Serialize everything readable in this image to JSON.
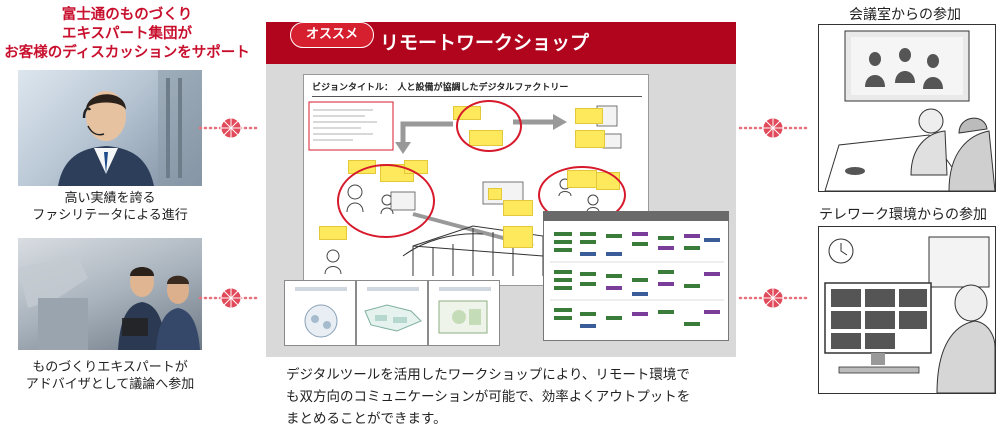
{
  "left": {
    "headline": [
      "富士通のものづくり",
      "エキスパート集団が",
      "お客様のディスカッションをサポート"
    ],
    "caption1": [
      "高い実績を誇る",
      "ファシリテータによる進行"
    ],
    "caption2": [
      "ものづくりエキスパートが",
      "アドバイザとして議論へ参加"
    ]
  },
  "center": {
    "badge": "オススメ",
    "title": "リモートワークショップ",
    "board_title": "ビジョンタイトル：　人と設備が協調したデジタルファクトリー",
    "description": [
      "デジタルツールを活用したワークショップにより、リモート環境で",
      "も双方向のコミュニケーションが可能で、効率よくアウトプットを",
      "まとめることができます。"
    ]
  },
  "right": {
    "title1": "会議室からの参加",
    "title2": "テレワーク環境からの参加"
  },
  "colors": {
    "accent": "#b1051e",
    "headline": "#c8102e",
    "badge": "#d6202f",
    "panel": "#d9d9d9",
    "connector": "#e8707c"
  },
  "icons": [
    "network-node-icon",
    "network-node-icon",
    "network-node-icon",
    "network-node-icon"
  ]
}
